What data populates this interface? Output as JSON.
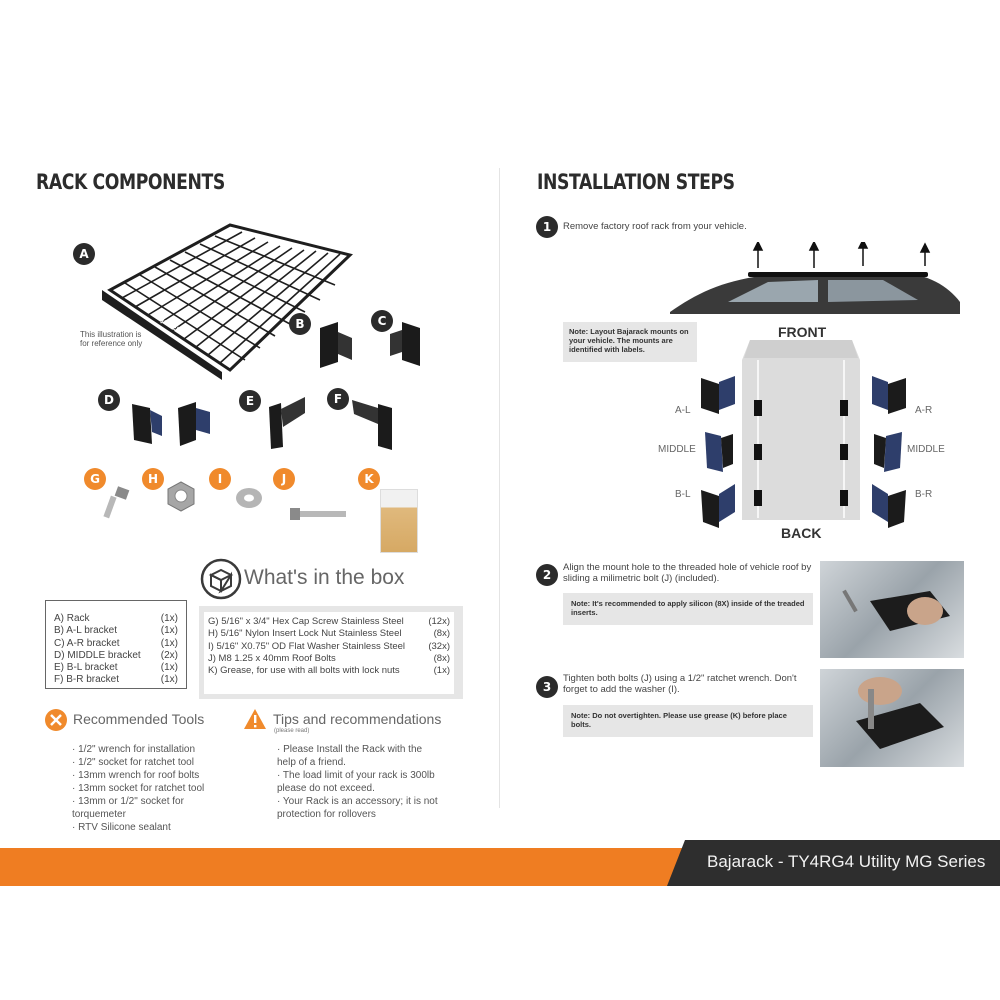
{
  "left": {
    "title": "RACK COMPONENTS",
    "illustration_note": "This illustration is\nfor reference only",
    "rack_brand": "Bajarack",
    "part_letters_dark": [
      "A",
      "B",
      "C",
      "D",
      "E",
      "F"
    ],
    "part_letters_orange": [
      "G",
      "H",
      "I",
      "J",
      "K"
    ],
    "whats_in_box_title": "What's in the box",
    "box_items": [
      {
        "name": "A) Rack",
        "qty": "(1x)"
      },
      {
        "name": "B) A-L bracket",
        "qty": "(1x)"
      },
      {
        "name": "C) A-R bracket",
        "qty": "(1x)"
      },
      {
        "name": "D) MIDDLE bracket",
        "qty": "(2x)"
      },
      {
        "name": "E) B-L bracket",
        "qty": "(1x)"
      },
      {
        "name": "F) B-R bracket",
        "qty": "(1x)"
      }
    ],
    "hardware_items": [
      {
        "name": "G) 5/16\" x 3/4\" Hex Cap Screw Stainless Steel",
        "qty": "(12x)"
      },
      {
        "name": "H) 5/16\" Nylon Insert Lock Nut Stainless Steel",
        "qty": "(8x)"
      },
      {
        "name": "I) 5/16\" X0.75\" OD Flat Washer Stainless Steel",
        "qty": "(32x)"
      },
      {
        "name": "J) M8 1.25 x 40mm Roof Bolts",
        "qty": "(8x)"
      },
      {
        "name": "K) Grease, for use with all bolts with lock nuts",
        "qty": "(1x)"
      }
    ],
    "tools_title": "Recommended Tools",
    "tools": [
      "· 1/2\" wrench for installation",
      "· 1/2\" socket for ratchet tool",
      "· 13mm wrench for roof bolts",
      "· 13mm socket for ratchet tool",
      "· 13mm or 1/2\" socket for",
      "torquemeter",
      "· RTV Silicone sealant"
    ],
    "tips_title": "Tips and recommendations",
    "tips_subtitle": "(please read)",
    "tips": [
      "· Please Install the Rack with the",
      "help of a friend.",
      "· The load limit of your rack is 300lb",
      "please do not exceed.",
      "· Your Rack is an accessory; it is not",
      "protection for rollovers"
    ]
  },
  "right": {
    "title": "INSTALLATION STEPS",
    "step1_num": "1",
    "step1_text": "Remove factory roof rack from your vehicle.",
    "layout_note": "Note: Layout Bajarack mounts on your vehicle. The mounts are identified with labels.",
    "front_label": "FRONT",
    "back_label": "BACK",
    "mount_labels": {
      "al": "A-L",
      "ar": "A-R",
      "ml": "MIDDLE",
      "mr": "MIDDLE",
      "bl": "B-L",
      "br": "B-R"
    },
    "step2_num": "2",
    "step2_text": "Align the mount hole to the threaded hole of vehicle roof by sliding a milimetric bolt (J) (included).",
    "step2_note": "Note: It's recommended to apply silicon (8X) inside of the treaded inserts.",
    "step3_num": "3",
    "step3_text": "Tighten both bolts (J) using a 1/2\" ratchet wrench. Don't forget to add the washer (I).",
    "step3_note": "Note: Do not overtighten. Please use grease (K) before place bolts."
  },
  "footer": {
    "text": "Bajarack - TY4RG4 Utility MG Series"
  },
  "colors": {
    "accent": "#ef7d22",
    "dark": "#2e2e2e"
  }
}
